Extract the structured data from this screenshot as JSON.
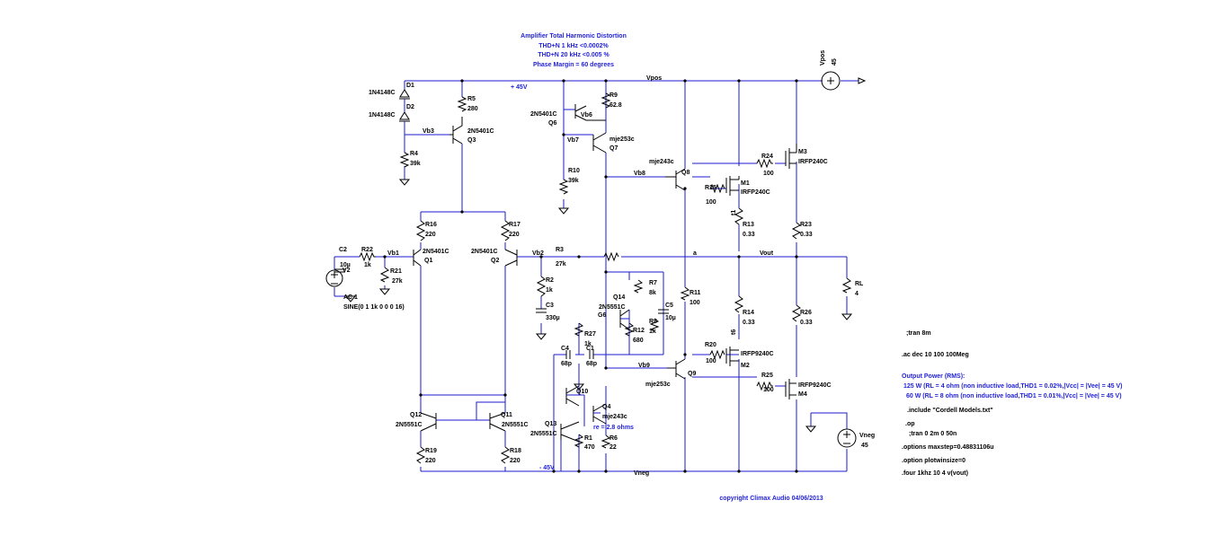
{
  "header": {
    "title": "Amplifier Total Harmonic Distortion",
    "line1": "THD+N 1 kHz <0.0002%",
    "line2": "THD+N 20 kHz <0.005 %",
    "line3": "Phase Margin = 60 degrees"
  },
  "nets": {
    "pos": "+ 45V",
    "neg": "- 45V",
    "vpos": "Vpos",
    "vneg": "Vneg",
    "vout": "Vout",
    "vb1": "Vb1",
    "vb2": "Vb2",
    "vb3": "Vb3",
    "vb6": "Vb6",
    "vb7": "Vb7",
    "vb8": "Vb8",
    "vb9": "Vb9",
    "a": "a",
    "re_note": "re = 2.8 ohms"
  },
  "labels": {
    "d1": "D1",
    "d1_model": "1N4148C",
    "d2": "D2",
    "d2_model": "1N4148C",
    "r5": "R5",
    "r5_val": "280",
    "q3": "Q3",
    "q3_model": "2N5401C",
    "r4": "R4",
    "r4_val": "39k",
    "q6": "Q6",
    "q6_model": "2N5401C",
    "r9": "R9",
    "r9_val": "62.8",
    "q7": "Q7",
    "q7_model": "mje253c",
    "r10": "R10",
    "r10_val": "39k",
    "q8": "Q8",
    "q8_model": "mje243c",
    "r24": "R24",
    "r24_val": "100",
    "m3": "M3",
    "m3_model": "IRFP240C",
    "r15": "R15",
    "r15_val": "100",
    "m1": "M1",
    "m1_model": "IRFP240C",
    "r13": "R13",
    "r13_val": "0.33",
    "r23": "R23",
    "r23_val": "0.33",
    "r16": "R16",
    "r16_val": "220",
    "r17": "R17",
    "r17_val": "220",
    "q1": "Q1",
    "q1_model": "2N5401C",
    "q2": "Q2",
    "q2_model": "2N5401C",
    "c2": "C2",
    "c2_val": "10µ",
    "v2": "V2",
    "r22": "R22",
    "r22_val": "1k",
    "r21": "R21",
    "r21_val": "27k",
    "r3": "R3",
    "r3_val": "27k",
    "r2": "R2",
    "r2_val": "1k",
    "c3": "C3",
    "c3_val": "330µ",
    "ac": "AC 1",
    "sine": "SINE(0 1 1k 0 0 0 16)",
    "rl": "RL",
    "rl_val": "4",
    "r7": "R7",
    "r7_val": "8k",
    "q14": "Q14",
    "q14_model": "2N5551C",
    "c5": "C5",
    "c5_val": "10µ",
    "r8": "R8",
    "r8_val": "1k",
    "r12": "R12",
    "r12_val": "680",
    "r11": "R11",
    "r11_val": "100",
    "r14": "R14",
    "r14_val": "0.33",
    "r26": "R26",
    "r26_val": "0.33",
    "g6": "G6",
    "r27": "R27",
    "r27_val": "1k",
    "c4": "C4",
    "c4_val": "68p",
    "c1": "C1",
    "c1_val": "68p",
    "q9": "Q9",
    "q9_model": "mje253c",
    "r20": "R20",
    "r20_val": "100",
    "m2": "M2",
    "m2_model": "IRFP9240C",
    "r25": "R25",
    "r25_val": "100",
    "m4": "M4",
    "m4_model": "IRFP9240C",
    "q10": "Q10",
    "q4": "Q4",
    "q4_model": "mje243c",
    "q12": "Q12",
    "q12_model": "2N5551C",
    "q11": "Q11",
    "q11_model": "2N5551C",
    "q13": "Q13",
    "q13_model": "2N5551C",
    "r1": "R1",
    "r1_val": "470",
    "r6": "R6",
    "r6_val": "22",
    "r19": "R19",
    "r19_val": "220",
    "r18": "R18",
    "r18_val": "220",
    "vpos_src": "Vpos",
    "vpos_val": "45",
    "vneg_src": "Vneg",
    "vneg_val": "45",
    "t1": "t1",
    "t6": "t6"
  },
  "directives": {
    "tran8m": ";tran 8m",
    "ac": ".ac dec 10 100 100Meg",
    "power_title": "Output Power (RMS):",
    "power1": "125 W (RL = 4 ohm (non inductive load,THD1 = 0.02%,|Vcc| = |Vee| = 45 V)",
    "power2": "60 W (RL = 8 ohm (non inductive load,THD1 = 0.01%,|Vcc| = |Vee| = 45 V)",
    "include": ".include \"Cordell Models.txt\"",
    "op": ".op",
    "tran": ";tran 0 2m 0 50n",
    "options": ".options maxstep=0.48831106u",
    "plotwin": ".option plotwinsize=0",
    "four": ".four 1khz 10 4 v(vout)",
    "copyright": "copyright Climax Audio 04/06/2013"
  },
  "colors": {
    "wire": "#1b1bd0",
    "component": "#000000",
    "directive_text": "#2323d8"
  }
}
